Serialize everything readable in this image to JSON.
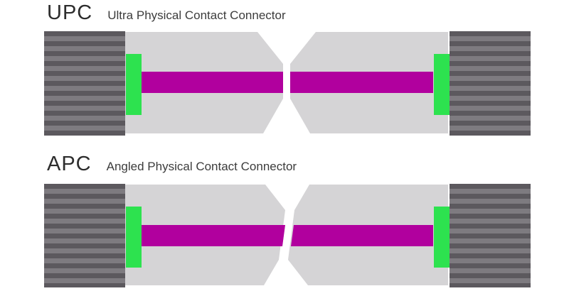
{
  "sections": [
    {
      "id": "upc",
      "abbr": "UPC",
      "title": "Ultra Physical Contact Connector"
    },
    {
      "id": "apc",
      "abbr": "APC",
      "title": "Angled Physical Contact Connector"
    }
  ],
  "colors": {
    "background": "#ffffff",
    "cable_stripe_dark": "#5c595e",
    "cable_stripe_light": "#7e7b80",
    "ferrule_body": "#d5d4d6",
    "endface_green": "#2de24f",
    "fiber_magenta": "#b1009e",
    "heading_text": "#2d2d2d",
    "subtitle_text": "#3c3c3c"
  }
}
